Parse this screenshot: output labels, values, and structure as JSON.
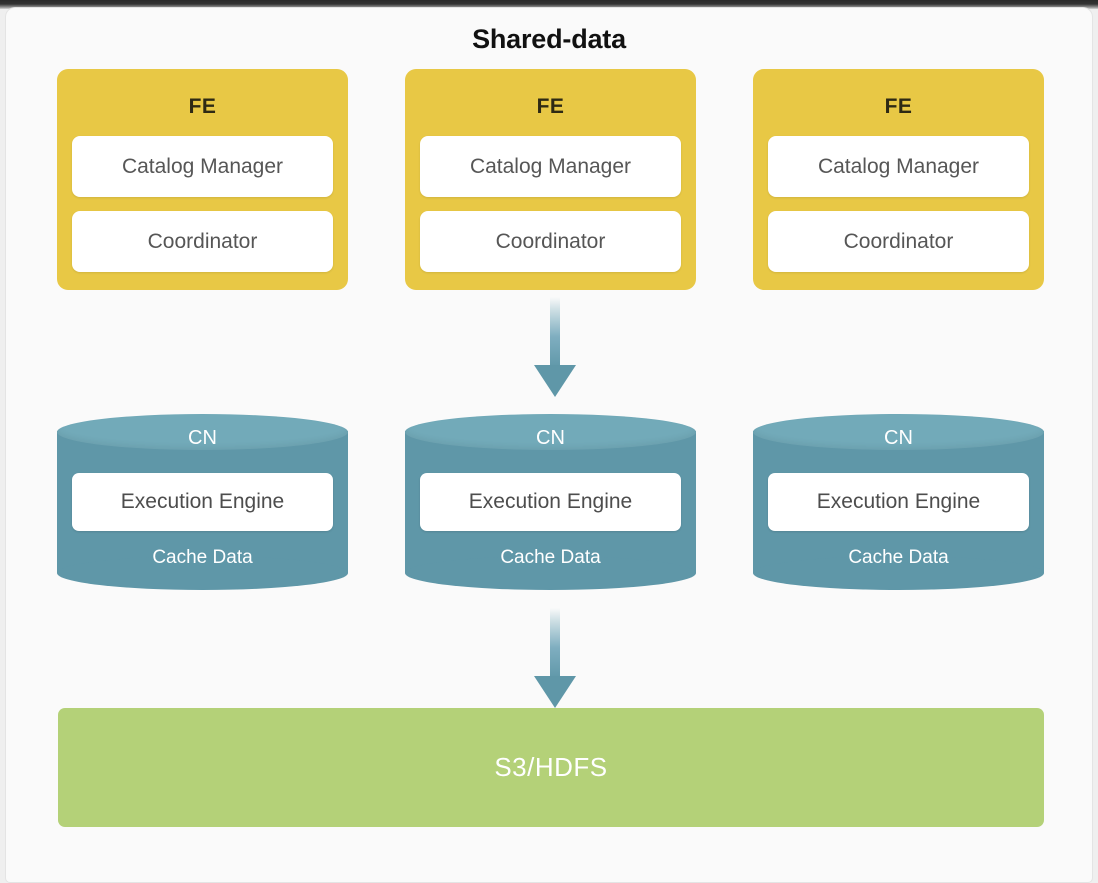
{
  "diagram": {
    "title": "Shared-data",
    "colors": {
      "fe": "#e8c845",
      "fe_text": "#2e2a14",
      "cn_body": "#5f97a8",
      "cn_top": "#72aab9",
      "storage": "#b4d178",
      "inner_box": "#ffffff",
      "inner_text": "#565656",
      "arrow": "#5f97a8",
      "panel_bg": "#fafafa",
      "title_text": "#111111"
    },
    "fe_nodes": [
      {
        "label": "FE",
        "components": [
          "Catalog Manager",
          "Coordinator"
        ]
      },
      {
        "label": "FE",
        "components": [
          "Catalog Manager",
          "Coordinator"
        ]
      },
      {
        "label": "FE",
        "components": [
          "Catalog Manager",
          "Coordinator"
        ]
      }
    ],
    "cn_nodes": [
      {
        "label": "CN",
        "engine": "Execution Engine",
        "cache": "Cache Data"
      },
      {
        "label": "CN",
        "engine": "Execution Engine",
        "cache": "Cache Data"
      },
      {
        "label": "CN",
        "engine": "Execution Engine",
        "cache": "Cache Data"
      }
    ],
    "storage": {
      "label": "S3/HDFS"
    },
    "arrows": [
      {
        "name": "fe-to-cn-arrow",
        "direction": "down"
      },
      {
        "name": "cn-to-storage-arrow",
        "direction": "down"
      }
    ]
  }
}
